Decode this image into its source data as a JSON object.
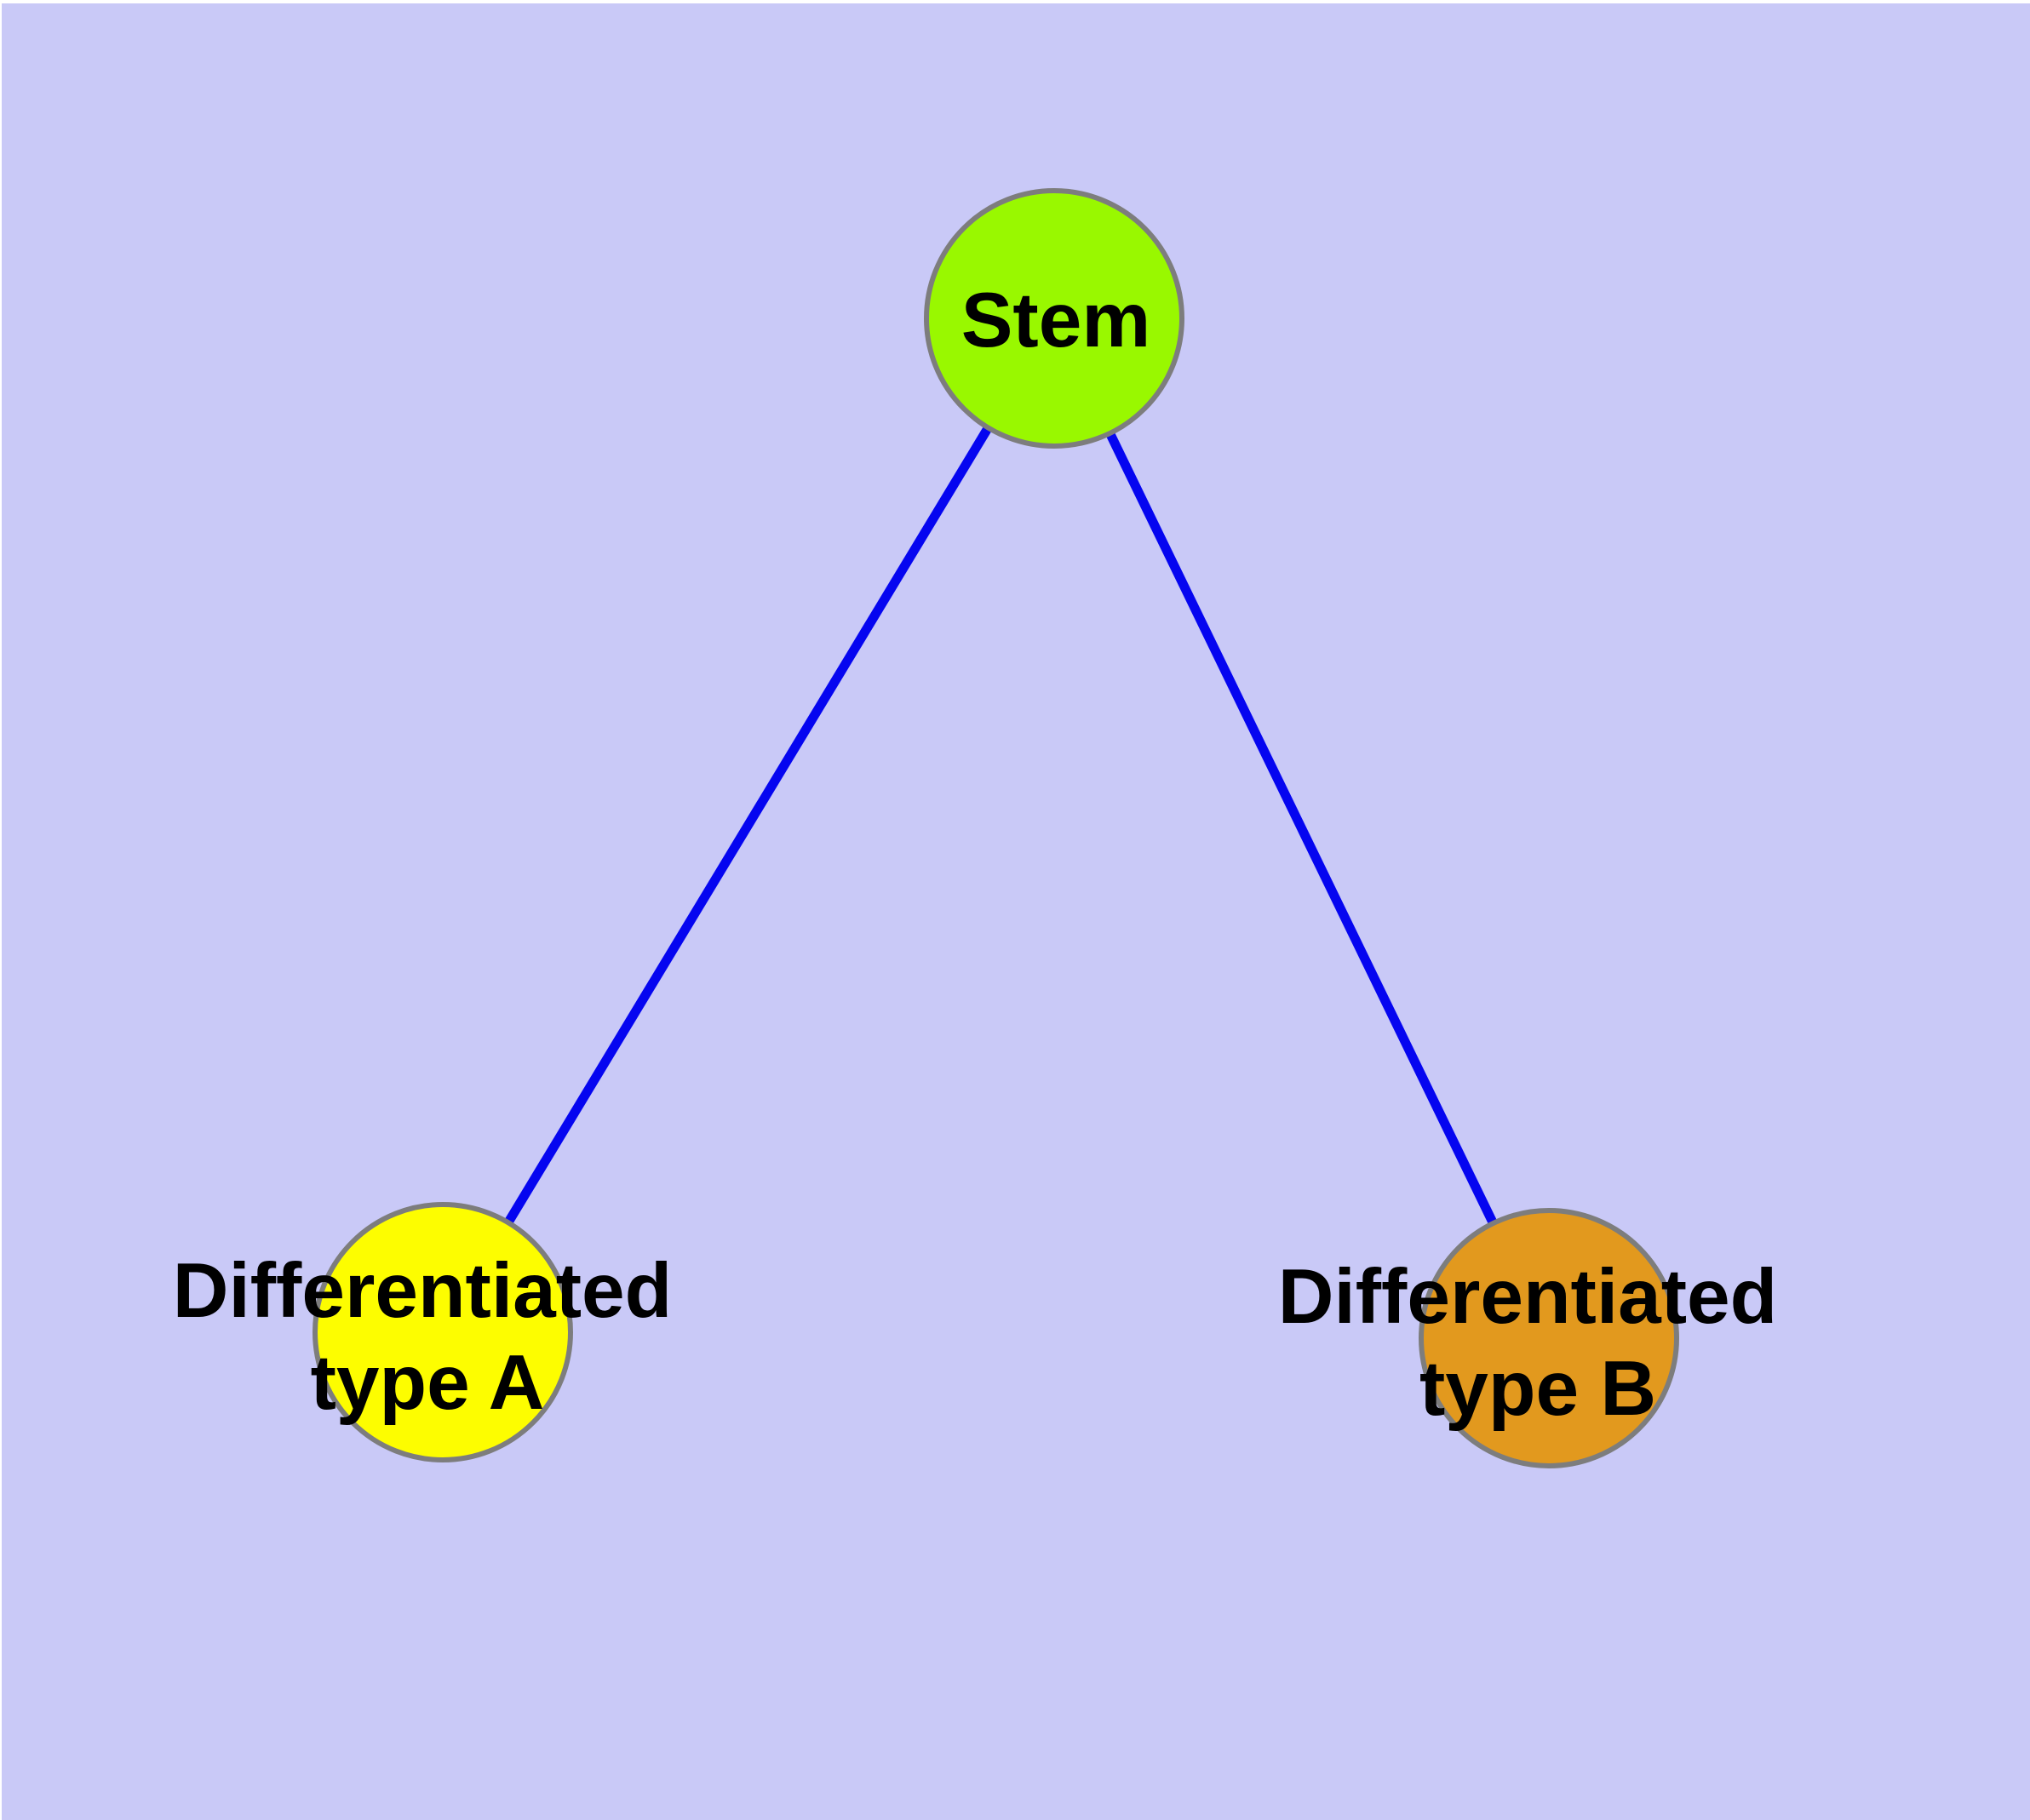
{
  "diagram": {
    "type": "graph",
    "description": "Stem cell differentiation tree: one stem node connected to two differentiated cell-type nodes",
    "colors": {
      "canvas_background": "#c9c9f7",
      "outer_margin": "#ffffff",
      "edge_blue": "#0505f0",
      "node_border_gray": "#7d7d7d",
      "label_black": "#000000"
    },
    "nodes": {
      "stem": {
        "label": "Stem",
        "fill": "#99f800"
      },
      "type_a": {
        "label_line1": "Differentiated",
        "label_line2": "type A",
        "fill": "#fdfd00"
      },
      "type_b": {
        "label_line1": "Differentiated",
        "label_line2": "type B",
        "fill": "#e2991e"
      }
    },
    "edges": [
      {
        "from": "Stem",
        "to": "Differentiated type A",
        "color": "#0505f0"
      },
      {
        "from": "Stem",
        "to": "Differentiated type B",
        "color": "#0505f0"
      }
    ]
  }
}
